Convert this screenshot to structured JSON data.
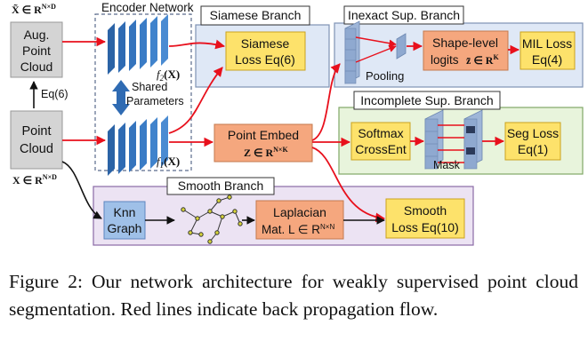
{
  "encoder": {
    "title": "Encoder Network",
    "f2": "f",
    "f2_sub": "2",
    "f2_arg": "(X)",
    "f1": "f",
    "f1_sub": "1",
    "f1_arg": "(X)"
  },
  "shared": {
    "line1": "Shared",
    "line2": "Parameters"
  },
  "aug_cloud": {
    "line1": "Aug.",
    "line2": "Point",
    "line3": "Cloud",
    "formula_main": "X̃ ∈ R",
    "formula_sup": "N×D"
  },
  "point_cloud": {
    "line1": "Point",
    "line2": "Cloud",
    "formula_main": "X ∈ R",
    "formula_sup": "N×D"
  },
  "eq6_label": "Eq(6)",
  "siamese": {
    "title": "Siamese Branch",
    "box_line1": "Siamese",
    "box_line2": "Loss Eq(6)"
  },
  "inexact": {
    "title": "Inexact Sup. Branch",
    "pooling": "Pooling",
    "shape_line1": "Shape-level",
    "shape_line2": "logits",
    "shape_formula_main": "z̄ ∈ R",
    "shape_formula_sup": "K",
    "mil_line1": "MIL Loss",
    "mil_line2": "Eq(4)"
  },
  "point_embed": {
    "line1": "Point Embed",
    "formula_main": "Z ∈ R",
    "formula_sup": "N×K"
  },
  "incomplete": {
    "title": "Incomplete Sup. Branch",
    "softmax_line1": "Softmax",
    "softmax_line2": "CrossEnt",
    "mask": "Mask",
    "seg_line1": "Seg Loss",
    "seg_line2": "Eq(1)"
  },
  "smooth": {
    "title": "Smooth Branch",
    "knn_line1": "Knn",
    "knn_line2": "Graph",
    "lap_line1": "Laplacian",
    "lap_formula_main": "Mat. L ∈ R",
    "lap_formula_sup": "N×N",
    "loss_line1": "Smooth",
    "loss_line2": "Loss Eq(10)"
  },
  "caption": "Figure 2: Our network architecture for weakly supervised point cloud segmentation. Red lines indicate back propagation flow.",
  "colors": {
    "red": "#e8101c",
    "orange_fill": "#f5a77e",
    "yellow_fill": "#fde26b",
    "blue_panel": "#dfe8f6",
    "green_panel": "#e8f4dc",
    "purple_panel": "#ece3f3",
    "gray_fill": "#d4d4d4"
  }
}
